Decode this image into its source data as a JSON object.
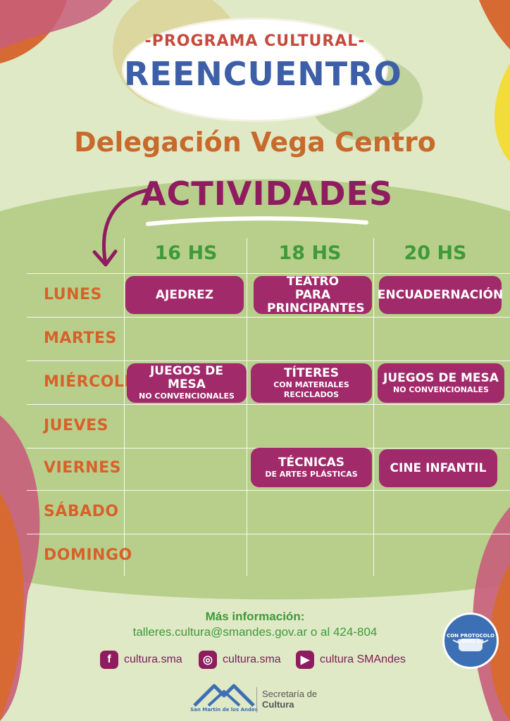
{
  "header": {
    "kicker": "-PROGRAMA CULTURAL-",
    "title": "REENCUENTRO",
    "delegation": "Delegación Vega Centro",
    "section": "ACTIVIDADES"
  },
  "schedule": {
    "hours": [
      "16 HS",
      "18 HS",
      "20 HS"
    ],
    "days": [
      "LUNES",
      "MARTES",
      "MIÉRCOLES",
      "JUEVES",
      "VIERNES",
      "SÁBADO",
      "DOMINGO"
    ],
    "activities": {
      "lunes_16": {
        "main": "AJEDREZ"
      },
      "lunes_18": {
        "main": "TEATRO PARA PRINCIPANTES"
      },
      "lunes_20": {
        "main": "ENCUADERNACIÓN"
      },
      "miercoles_16": {
        "main": "JUEGOS DE MESA",
        "sub": "NO CONVENCIONALES"
      },
      "miercoles_18": {
        "main": "TÍTERES",
        "sub": "CON MATERIALES RECICLADOS"
      },
      "miercoles_20": {
        "main": "JUEGOS DE MESA",
        "sub": "NO CONVENCIONALES"
      },
      "viernes_18": {
        "main": "TÉCNICAS",
        "sub": "DE ARTES PLÁSTICAS"
      },
      "viernes_20": {
        "main": "CINE INFANTIL"
      }
    }
  },
  "footer": {
    "more_info": "Más información:",
    "contact": "talleres.cultura@smandes.gov.ar o al 424-804",
    "social": [
      {
        "icon": "facebook-icon",
        "glyph": "f",
        "handle": "cultura.sma"
      },
      {
        "icon": "instagram-icon",
        "glyph": "◎",
        "handle": "cultura.sma"
      },
      {
        "icon": "youtube-icon",
        "glyph": "▶",
        "handle": "cultura SMAndes"
      }
    ],
    "stamp": "CON PROTOCOLO COVID-19",
    "logo_caption": "San Martín de los Andes",
    "secretaria_line1": "Secretaría de",
    "secretaria_line2": "Cultura"
  },
  "colors": {
    "background": "#dfe9c6",
    "pill": "#a12a6a",
    "day_label": "#d8612a",
    "hour_label": "#3f9a3a",
    "title": "#3c5fa8",
    "delegation": "#c76a2c",
    "section": "#8e1c5e"
  }
}
